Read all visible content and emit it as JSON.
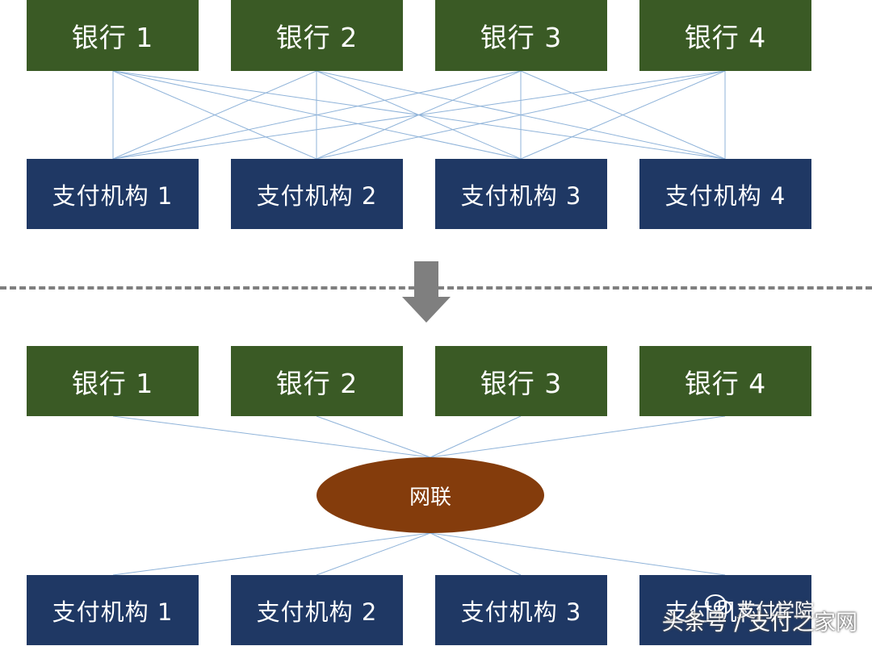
{
  "before": {
    "banks": [
      "银行 1",
      "银行 2",
      "银行 3",
      "银行 4"
    ],
    "payment_institutions": [
      "支付机构 1",
      "支付机构 2",
      "支付机构 3",
      "支付机构 4"
    ]
  },
  "after": {
    "banks": [
      "银行 1",
      "银行 2",
      "银行 3",
      "银行 4"
    ],
    "hub_label": "网联",
    "payment_institutions": [
      "支付机构 1",
      "支付机构 2",
      "支付机构 3",
      "支付机构 4"
    ]
  },
  "watermark": {
    "account": "支付学院",
    "source": "头条号 / 支付之家网"
  },
  "colors": {
    "bank_fill": "#3a5a25",
    "payment_fill": "#1f3864",
    "hub_fill": "#843c0c",
    "line": "#8fb3d9",
    "divider": "#7f7f7f"
  }
}
